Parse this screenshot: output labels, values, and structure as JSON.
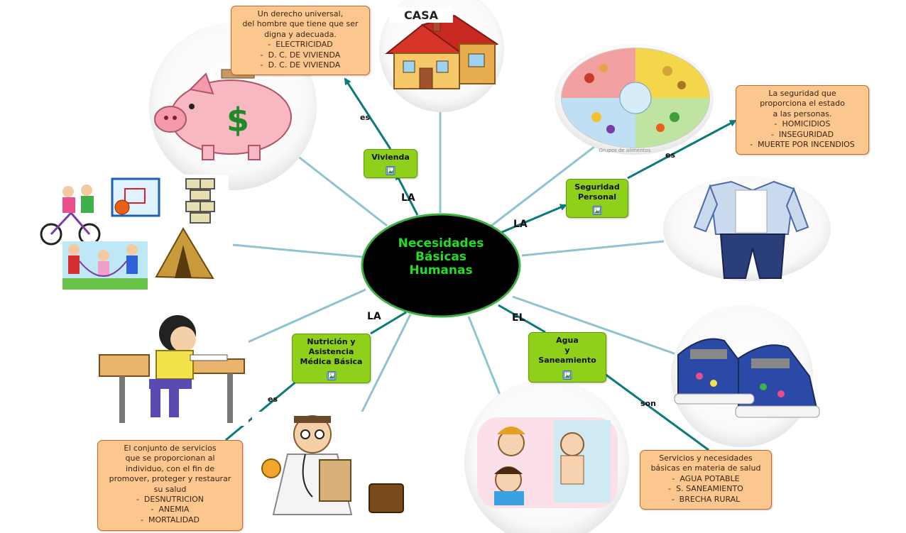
{
  "center": {
    "title": "Necesidades\nBásicas\nHumanas"
  },
  "nodes": {
    "vivienda": "Vivienda",
    "seguridad": "Seguridad\nPersonal",
    "nutricion": "Nutrición y\nAsistencia\nMédica Básica",
    "agua": "Agua\ny\nSaneamiento"
  },
  "connectors": {
    "vivienda_la": "LA",
    "vivienda_es": "es",
    "seguridad_la": "LA",
    "seguridad_es": "es",
    "nutricion_la": "LA",
    "nutricion_es": "es",
    "agua_el": "EL",
    "agua_son": "son"
  },
  "notes": {
    "vivienda": [
      "Un derecho universal,",
      "del hombre que tiene que ser",
      "digna y adecuada.",
      "-  ELECTRICIDAD",
      "-  D. C. DE VIVIENDA",
      "-  D. C. DE VIVIENDA"
    ],
    "seguridad": [
      "La seguridad que",
      "proporciona el estado",
      "a las personas.",
      "-  HOMICIDIOS",
      "-  INSEGURIDAD",
      "-  MUERTE POR INCENDIOS"
    ],
    "nutricion": [
      "El conjunto de servicios",
      "que se proporcionan al",
      "individuo, con el fin de",
      "promover, proteger y restaurar",
      "su salud",
      "-  DESNUTRICION",
      "-  ANEMIA",
      "-  MORTALIDAD"
    ],
    "agua": [
      "Servicios y necesidades",
      "básicas en materia de salud",
      "-  AGUA POTABLE",
      "-  S. SANEAMIENTO",
      "-  BRECHA RURAL"
    ]
  },
  "images": {
    "house_sign": "CASA",
    "plate_caption": "Grupos de alimentos"
  },
  "icons": {
    "node_link": "image-link-icon"
  },
  "colors": {
    "center_fill": "#000000",
    "center_border": "#3cb043",
    "center_text": "#22dd22",
    "node_fill": "#8fd11a",
    "note_fill": "#fcc68f",
    "note_border": "#c26a2a",
    "spoke_line": "#8ec4cf",
    "arrow_line": "#0b7a78"
  }
}
